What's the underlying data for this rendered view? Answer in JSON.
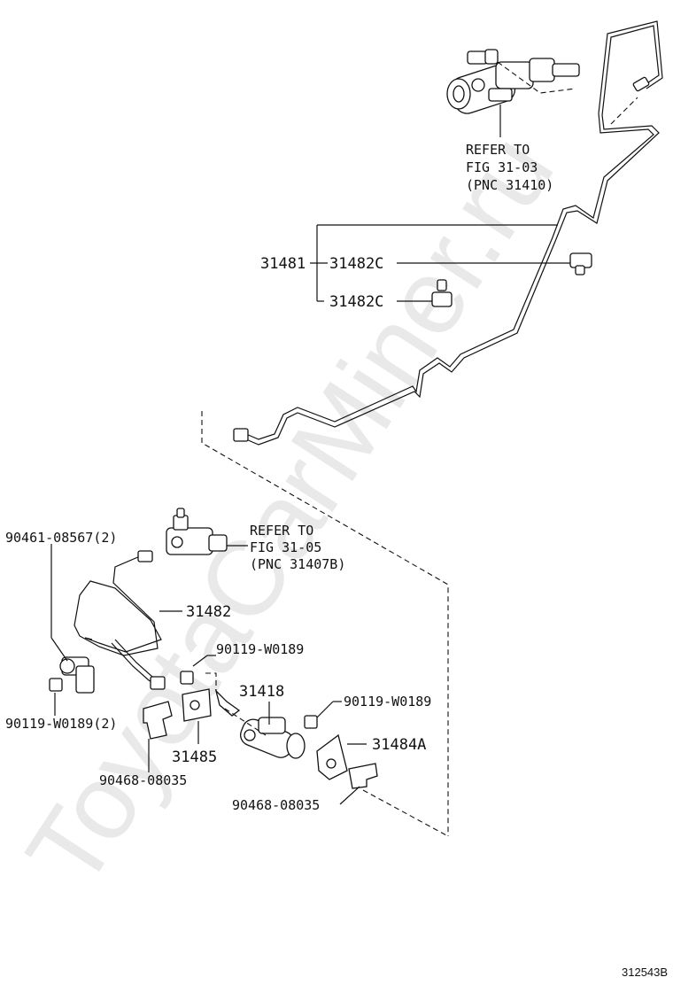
{
  "watermark": "ToyotaCarMiner.ru",
  "labels": {
    "refer_top_1": "REFER TO",
    "refer_top_2": "FIG 31-03",
    "refer_top_3": "(PNC 31410)",
    "p31481": "31481",
    "p31482c_a": "31482C",
    "p31482c_b": "31482C",
    "p90461": "90461-08567(2)",
    "refer_mid_1": "REFER TO",
    "refer_mid_2": "FIG 31-05",
    "refer_mid_3": "(PNC 31407B)",
    "p31482": "31482",
    "p90119_a": "90119-W0189",
    "p31418": "31418",
    "p90119_b": "90119-W0189",
    "p90119_c": "90119-W0189(2)",
    "p31484a": "31484A",
    "p31485": "31485",
    "p90468_a": "90468-08035",
    "p90468_b": "90468-08035",
    "fig_id": "312543B"
  }
}
